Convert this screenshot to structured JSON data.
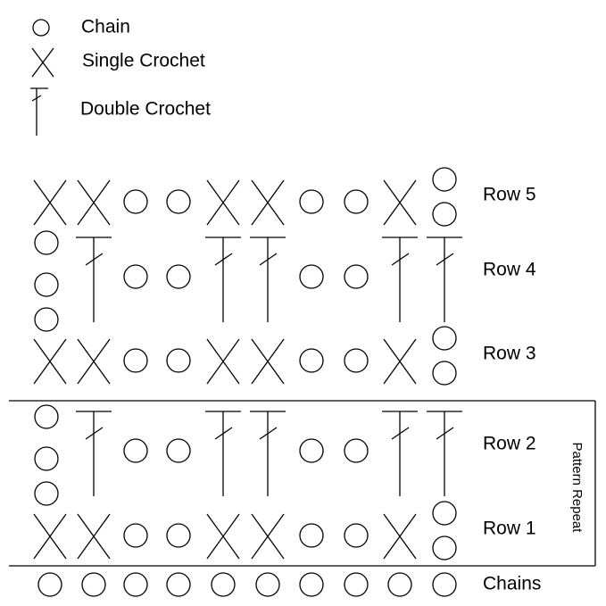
{
  "legend": [
    {
      "symbol": "chain",
      "label": "Chain"
    },
    {
      "symbol": "sc",
      "label": "Single Crochet"
    },
    {
      "symbol": "dc",
      "label": "Double Crochet"
    }
  ],
  "rows": [
    {
      "label": "Row 5",
      "stitches": [
        "sc",
        "sc",
        "ch",
        "ch",
        "sc",
        "sc",
        "ch",
        "ch",
        "sc",
        "ch2"
      ]
    },
    {
      "label": "Row 4",
      "stitches": [
        "ch3",
        "dc",
        "ch",
        "ch",
        "dc",
        "dc",
        "ch",
        "ch",
        "dc",
        "dc"
      ]
    },
    {
      "label": "Row 3",
      "stitches": [
        "sc",
        "sc",
        "ch",
        "ch",
        "sc",
        "sc",
        "ch",
        "ch",
        "sc",
        "ch2"
      ]
    },
    {
      "label": "Row 2",
      "stitches": [
        "ch3",
        "dc",
        "ch",
        "ch",
        "dc",
        "dc",
        "ch",
        "ch",
        "dc",
        "dc"
      ]
    },
    {
      "label": "Row 1",
      "stitches": [
        "sc",
        "sc",
        "ch",
        "ch",
        "sc",
        "sc",
        "ch",
        "ch",
        "sc",
        "ch2"
      ]
    },
    {
      "label": "Chains",
      "stitches": [
        "ch",
        "ch",
        "ch",
        "ch",
        "ch",
        "ch",
        "ch",
        "ch",
        "ch",
        "ch"
      ]
    }
  ],
  "pattern_repeat": {
    "label": "Pattern Repeat",
    "rows": [
      "Row 1",
      "Row 2"
    ]
  }
}
